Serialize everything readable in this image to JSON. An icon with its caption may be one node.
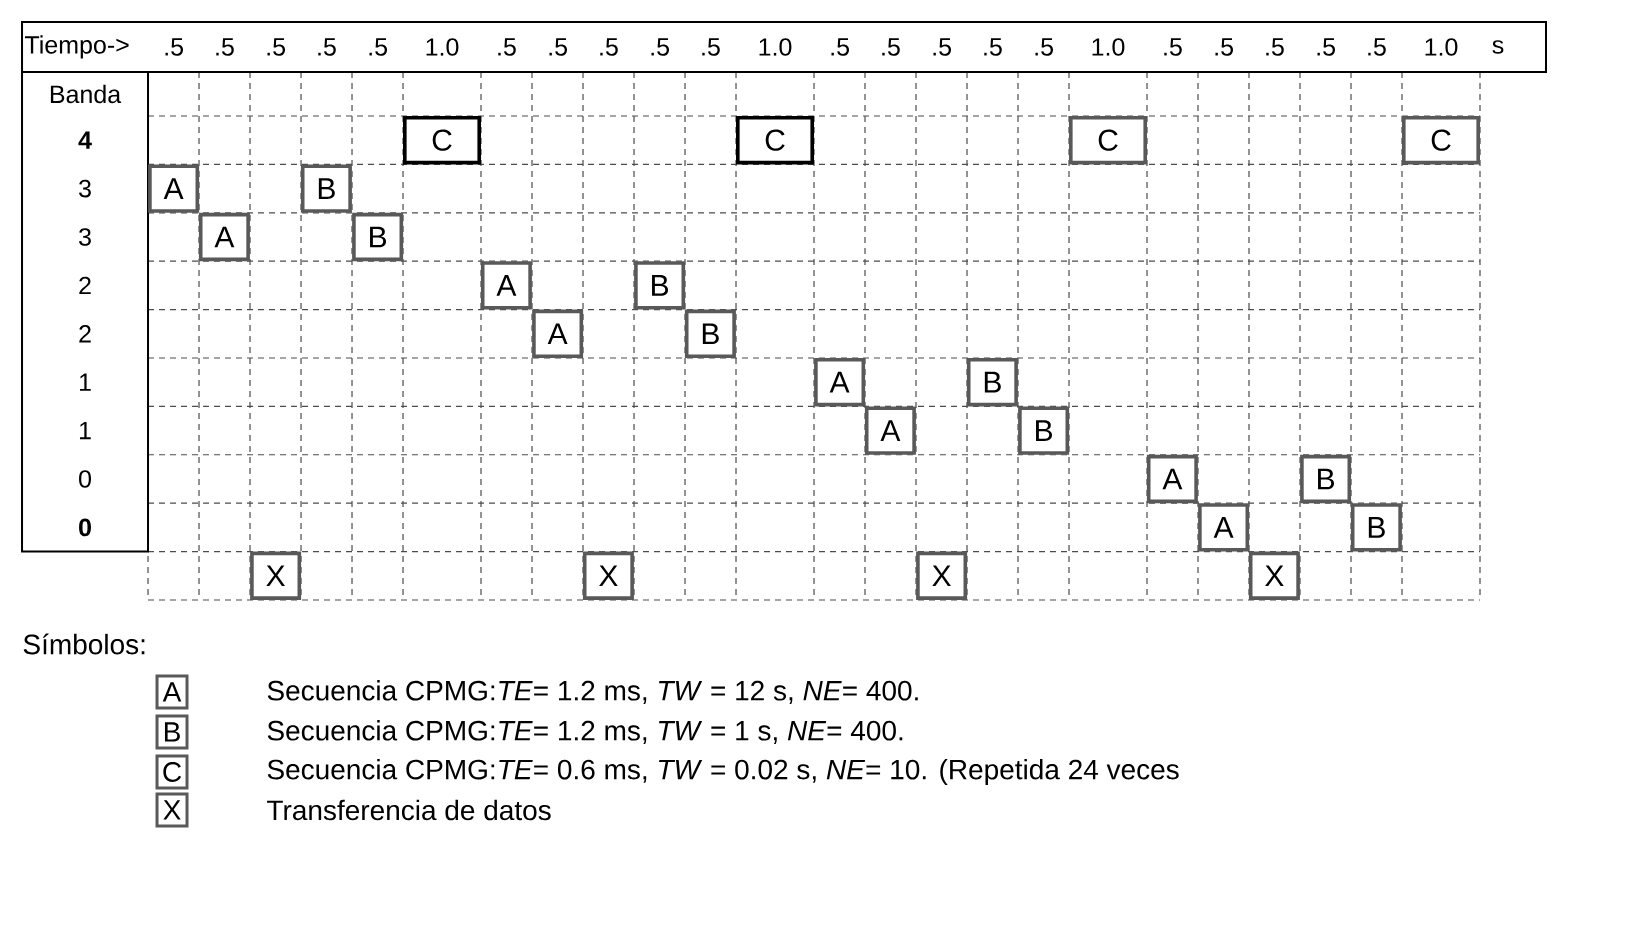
{
  "diagram": {
    "nodes": [
      {
        "text": [
          "C"
        ]
      },
      {
        "text": [
          "C"
        ]
      },
      {
        "text": [
          "C"
        ]
      },
      {
        "text": [
          "C"
        ]
      },
      {
        "text": [
          "A"
        ]
      },
      {
        "text": [
          "B"
        ]
      },
      {
        "text": [
          "A"
        ]
      },
      {
        "text": [
          "B"
        ]
      },
      {
        "text": [
          "A"
        ]
      },
      {
        "text": [
          "B"
        ]
      },
      {
        "text": [
          "A"
        ]
      },
      {
        "text": [
          "B"
        ]
      },
      {
        "text": [
          "A"
        ]
      },
      {
        "text": [
          "B"
        ]
      },
      {
        "text": [
          "A"
        ]
      },
      {
        "text": [
          "B"
        ]
      },
      {
        "text": [
          "A"
        ]
      },
      {
        "text": [
          "B"
        ]
      },
      {
        "text": [
          "A"
        ]
      },
      {
        "text": [
          "B"
        ]
      },
      {
        "text": [
          "X"
        ]
      },
      {
        "text": [
          "X"
        ]
      },
      {
        "text": [
          "X"
        ]
      },
      {
        "text": [
          "X"
        ]
      },
      {
        "text": [
          "A"
        ],
        "beside": [
          "Secuencia CPMG:*TE*= 1.2 ms, *TW* = 12 s, *NE*= 400."
        ]
      },
      {
        "text": [
          "B"
        ],
        "beside": [
          "Secuencia CPMG:*TE*= 1.2 ms, *TW* = 1 s, *NE*= 400."
        ]
      },
      {
        "text": [
          "C"
        ],
        "beside": [
          "Secuencia CPMG:*TE*= 0.6 ms, *TW* = 0.02 s, *NE*= 10. (Repetida 24 veces"
        ]
      },
      {
        "text": [
          "X"
        ],
        "beside": [
          "Transferencia de datos"
        ]
      }
    ],
    "labels": [
      "Tiempo->",
      ".5",
      ".5",
      ".5",
      ".5",
      ".5",
      "1.0",
      ".5",
      ".5",
      ".5",
      ".5",
      ".5",
      "1.0",
      ".5",
      ".5",
      ".5",
      ".5",
      ".5",
      "1.0",
      ".5",
      ".5",
      ".5",
      ".5",
      ".5",
      "1.0",
      "s",
      "Banda",
      "4",
      "3",
      "3",
      "2",
      "2",
      "1",
      "1",
      "0",
      "0",
      "Símbolos:"
    ]
  }
}
